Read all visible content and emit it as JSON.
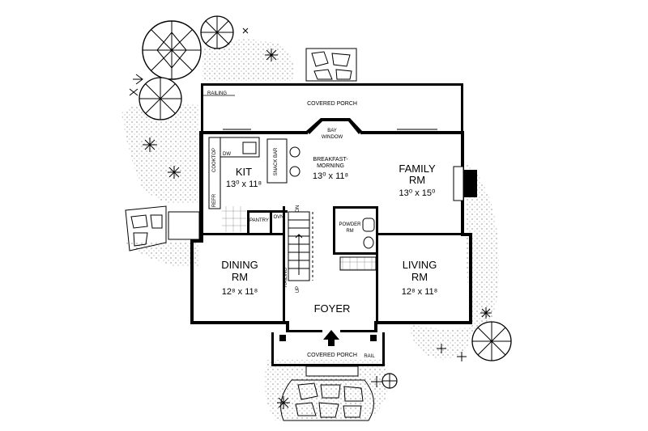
{
  "rooms": {
    "covered_porch_rear": "COVERED PORCH",
    "railing_rear": "RAILING",
    "bay_window_1": "BAY",
    "bay_window_2": "WINDOW",
    "breakfast_1": "BREAKFAST-",
    "breakfast_2": "MORNING",
    "breakfast_dim": "13⁰ x 11⁸",
    "kit": "KIT",
    "kit_dim": "13⁰ x 11⁸",
    "family_1": "FAMILY",
    "family_2": "RM",
    "family_dim": "13⁰ x 15⁰",
    "snack_bar": "SNACK BAR",
    "cooktop": "COOKTOP",
    "dw": "DW",
    "refr": "REFR",
    "pantry": "PANTRY",
    "ovn": "OVN",
    "dn": "DN",
    "up": "UP",
    "railing_stair": "RAILING",
    "powder_1": "POWDER",
    "powder_2": "RM",
    "dining_1": "DINING",
    "dining_2": "RM",
    "dining_dim": "12⁸ x 11⁸",
    "living_1": "LIVING",
    "living_2": "RM",
    "living_dim": "12⁸ x 11⁸",
    "foyer": "FOYER",
    "covered_porch_front": "COVERED PORCH",
    "rail_front": "RAIL"
  }
}
